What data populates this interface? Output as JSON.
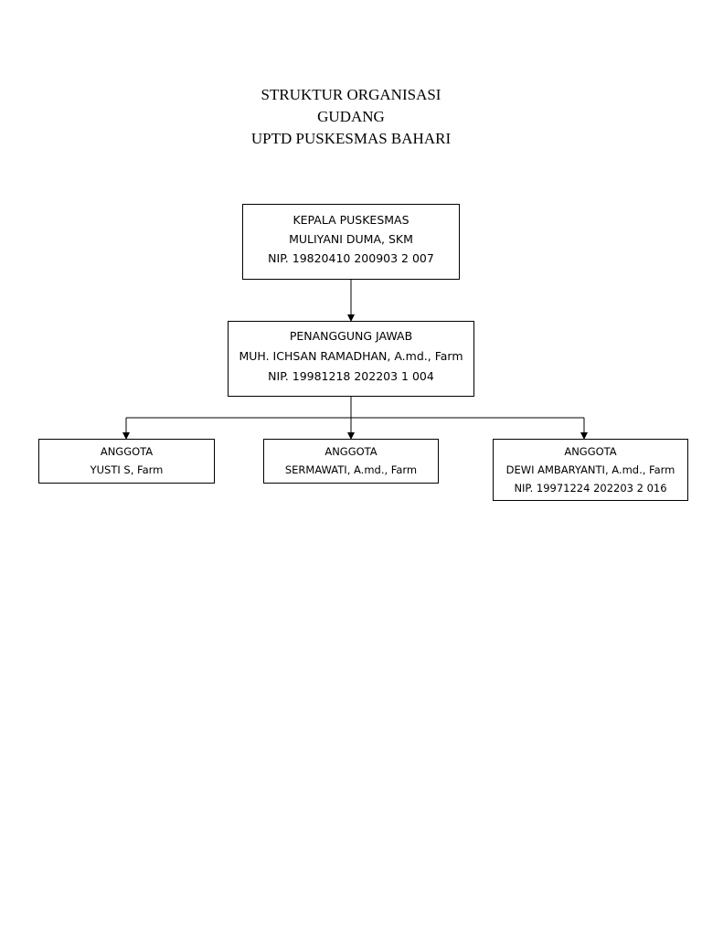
{
  "title": {
    "line1": "STRUKTUR ORGANISASI",
    "line2": "GUDANG",
    "line3": "UPTD PUSKESMAS BAHARI"
  },
  "head": {
    "role": "KEPALA PUSKESMAS",
    "name": "MULIYANI DUMA, SKM",
    "nip": "NIP. 19820410 200903 2 007"
  },
  "responsible": {
    "role": "PENANGGUNG JAWAB",
    "name": "MUH. ICHSAN RAMADHAN, A.md., Farm",
    "nip": "NIP. 19981218 202203 1 004"
  },
  "members": [
    {
      "role": "ANGGOTA",
      "name": "YUSTI S, Farm"
    },
    {
      "role": "ANGGOTA",
      "name": "SERMAWATI, A.md., Farm"
    },
    {
      "role": "ANGGOTA",
      "name": "DEWI AMBARYANTI, A.md., Farm",
      "nip": "NIP. 19971224 202203 2 016"
    }
  ],
  "colors": {
    "line": "#000000",
    "box_border": "#000000",
    "background": "#ffffff"
  }
}
